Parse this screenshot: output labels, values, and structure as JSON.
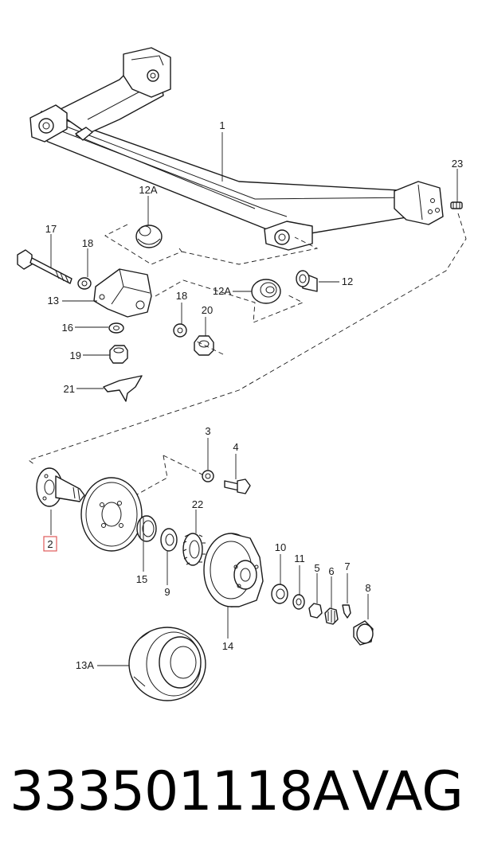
{
  "diagram": {
    "callouts": {
      "p1": "1",
      "p23": "23",
      "p12a_top": "12A",
      "p17": "17",
      "p18_left": "18",
      "p13": "13",
      "p16": "16",
      "p19": "19",
      "p21": "21",
      "p12a_mid": "12A",
      "p12": "12",
      "p18_right": "18",
      "p20": "20",
      "p3": "3",
      "p4": "4",
      "p22": "22",
      "p2": "2",
      "p15": "15",
      "p9": "9",
      "p10": "10",
      "p11": "11",
      "p5": "5",
      "p6": "6",
      "p7": "7",
      "p8": "8",
      "p14": "14",
      "p13a": "13A"
    },
    "highlight_color": "#e05a5a"
  },
  "footer": {
    "part_number": "333501118A",
    "brand": "VAG"
  }
}
